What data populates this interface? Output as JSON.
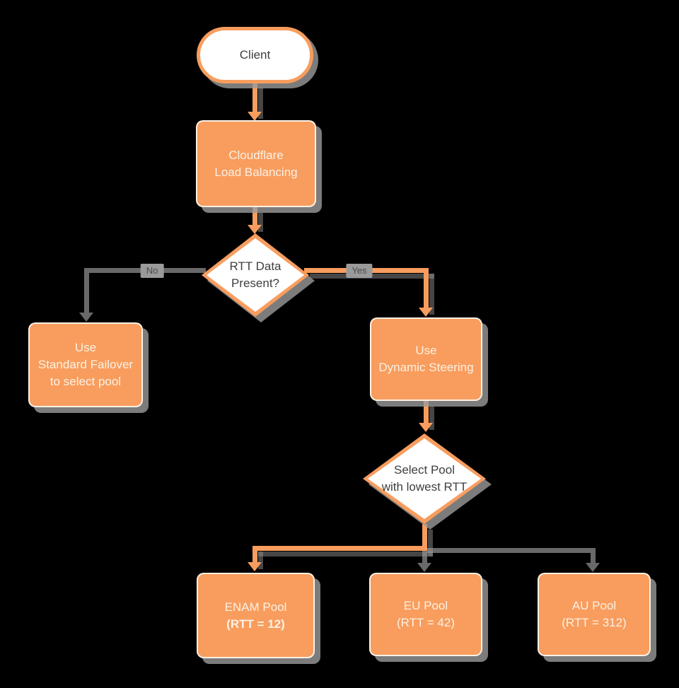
{
  "colors": {
    "orange": "#F89D5E",
    "connector_gray": "#696969",
    "node_shadow_gray": "#9B9B9B",
    "edge_label_bg": "#9A9A9A",
    "edge_label_text": "#4A4A4A",
    "dark_text": "#3F3F3F",
    "light_text": "#FCF1E4",
    "background": "#000000"
  },
  "nodes": {
    "client": {
      "label": "Client"
    },
    "load_balancer": {
      "lines": [
        "Cloudflare",
        "Load Balancing"
      ]
    },
    "rtt_decision": {
      "lines": [
        "RTT Data",
        "Present?"
      ]
    },
    "standard_failover": {
      "lines": [
        "Use",
        "Standard Failover",
        "to select pool"
      ]
    },
    "dynamic_steering": {
      "lines": [
        "Use",
        "Dynamic Steering"
      ]
    },
    "pool_decision": {
      "lines": [
        "Select Pool",
        "with lowest RTT"
      ]
    },
    "enam_pool": {
      "lines": [
        "ENAM Pool",
        "(RTT = 12)"
      ]
    },
    "eu_pool": {
      "lines": [
        "EU Pool",
        "(RTT = 42)"
      ]
    },
    "au_pool": {
      "lines": [
        "AU Pool",
        "(RTT = 312)"
      ]
    }
  },
  "edges": {
    "no_label": "No",
    "yes_label": "Yes"
  }
}
